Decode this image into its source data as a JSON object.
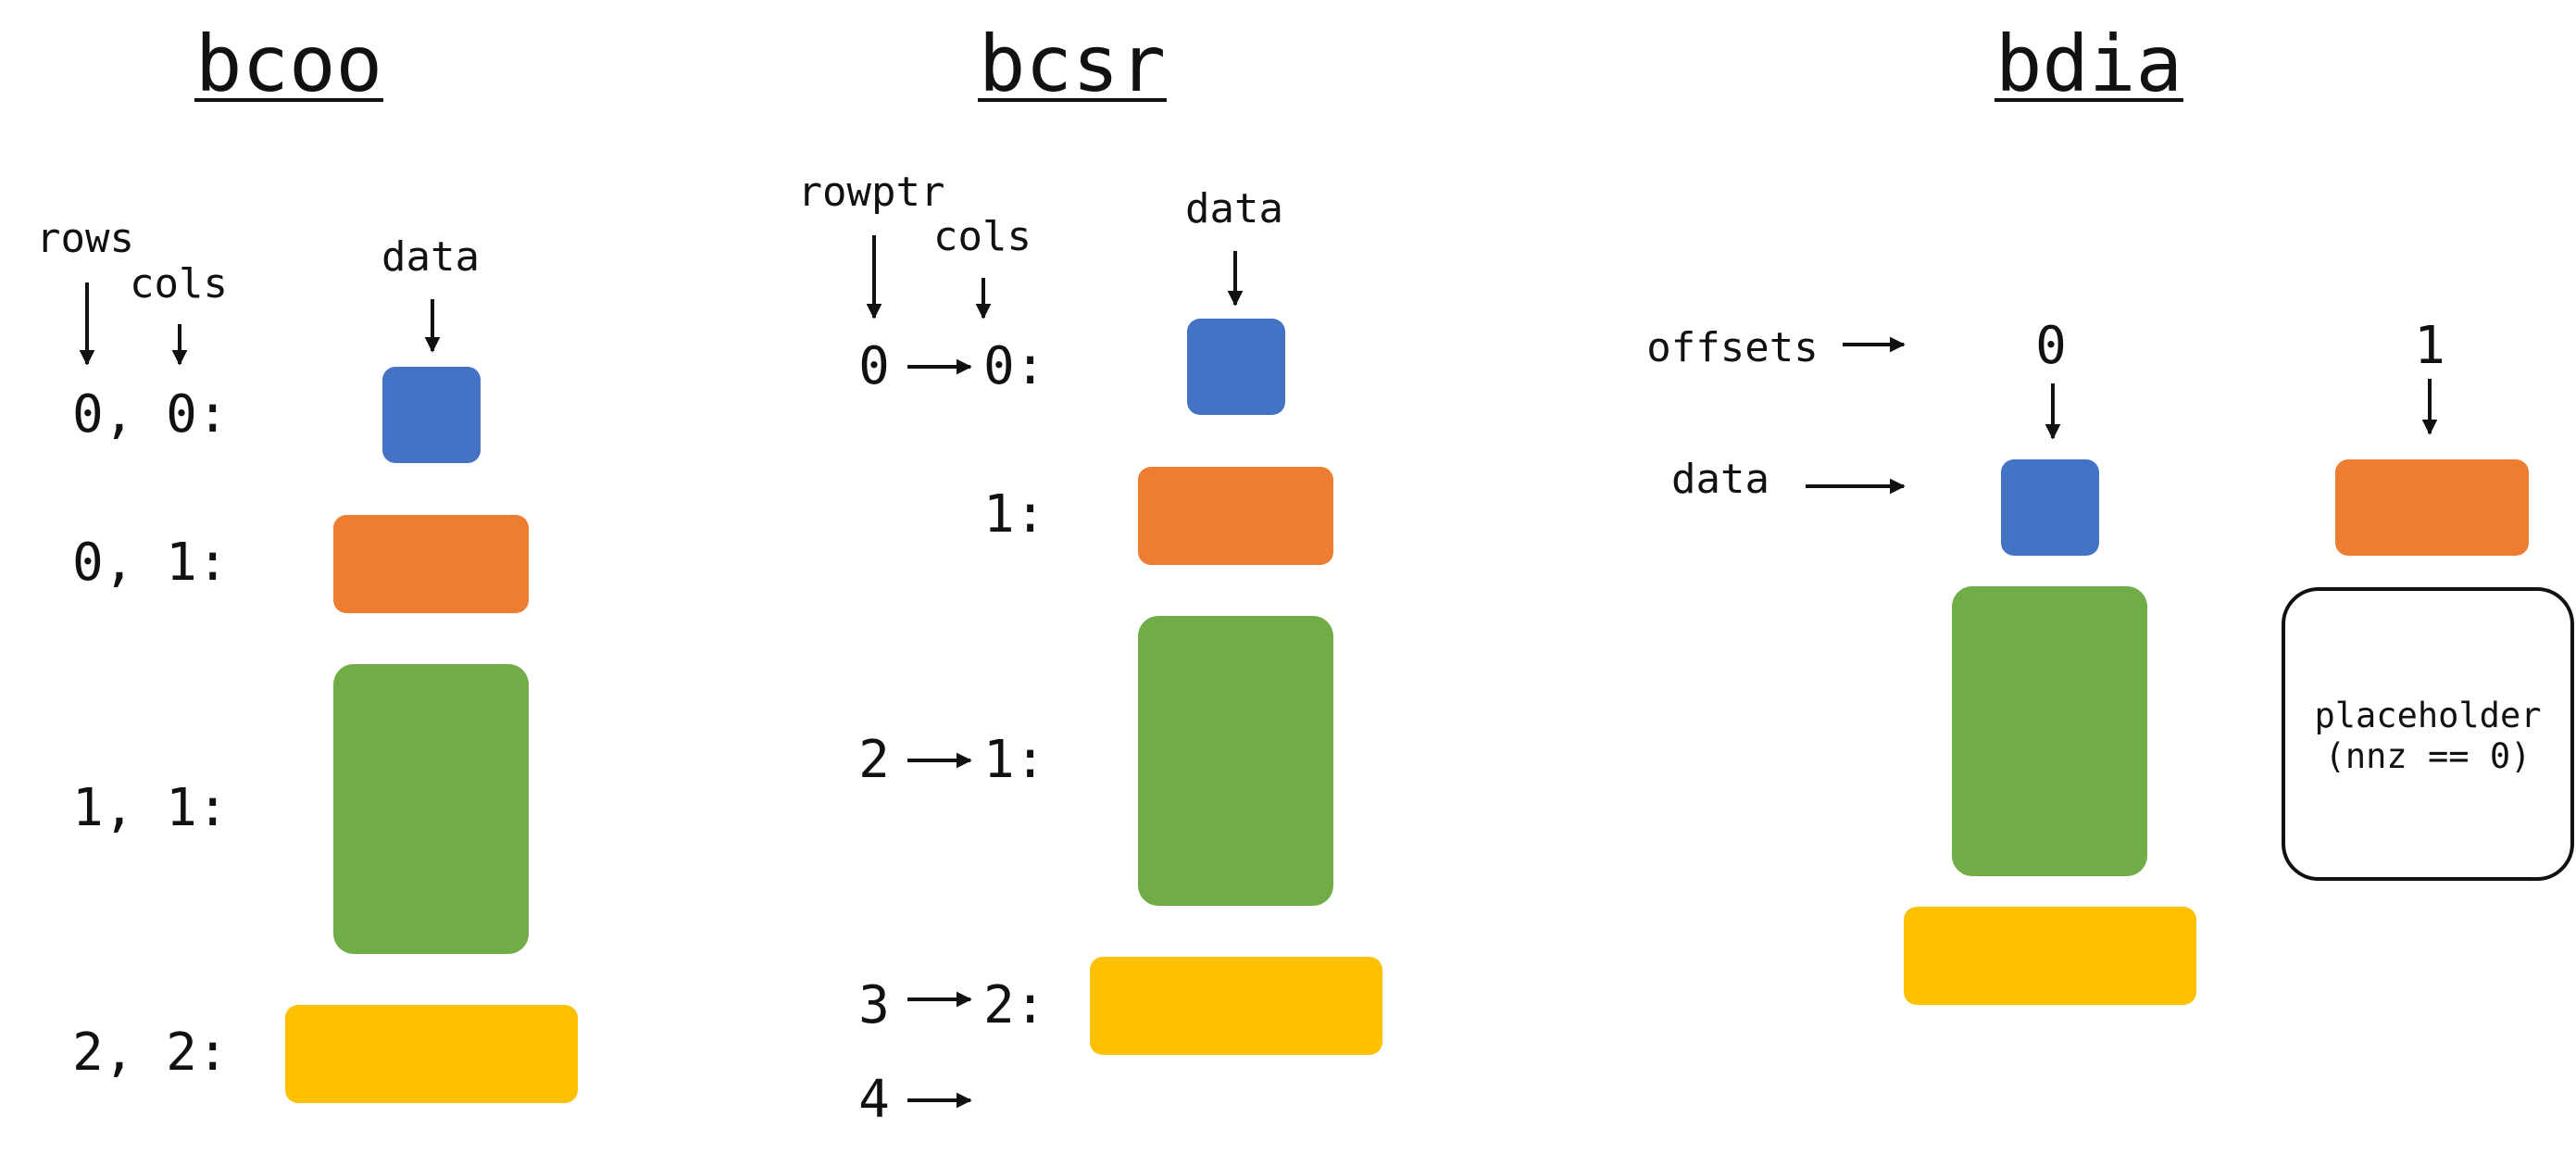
{
  "colors": {
    "blue": "#4472C4",
    "orange": "#ED7D31",
    "green": "#70AD47",
    "yellow": "#FFC000",
    "ink": "#111111"
  },
  "bcoo": {
    "title": "bcoo",
    "rows_label": "rows",
    "cols_label": "cols",
    "data_label": "data",
    "entries": [
      "0, 0:",
      "0, 1:",
      "1, 1:",
      "2, 2:"
    ]
  },
  "bcsr": {
    "title": "bcsr",
    "rowptr_label": "rowptr",
    "cols_label": "cols",
    "data_label": "data",
    "rowptr_values": [
      "0",
      "2",
      "3",
      "4"
    ],
    "col_entries": [
      "0:",
      "1:",
      "1:",
      "2:"
    ]
  },
  "bdia": {
    "title": "bdia",
    "offsets_label": "offsets",
    "data_label": "data",
    "offset_values": [
      "0",
      "1"
    ],
    "placeholder_line1": "placeholder",
    "placeholder_line2": "(nnz == 0)"
  }
}
